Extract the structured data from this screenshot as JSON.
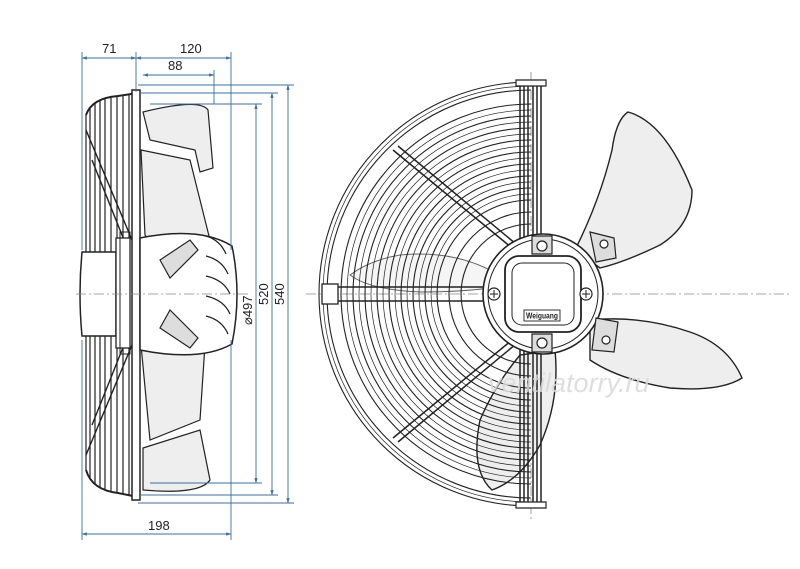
{
  "dimensions": {
    "d71": "71",
    "d120": "120",
    "d88": "88",
    "d198": "198",
    "d497": "⌀497",
    "d520": "520",
    "d540": "540"
  },
  "brand_plate": "Weiguang",
  "watermark": "ventilatorry.ru",
  "colors": {
    "line": "#222222",
    "dimension_line": "#3b6ea5",
    "guard_light": "#e8e8e8",
    "blade_fill": "#eeeeee"
  }
}
